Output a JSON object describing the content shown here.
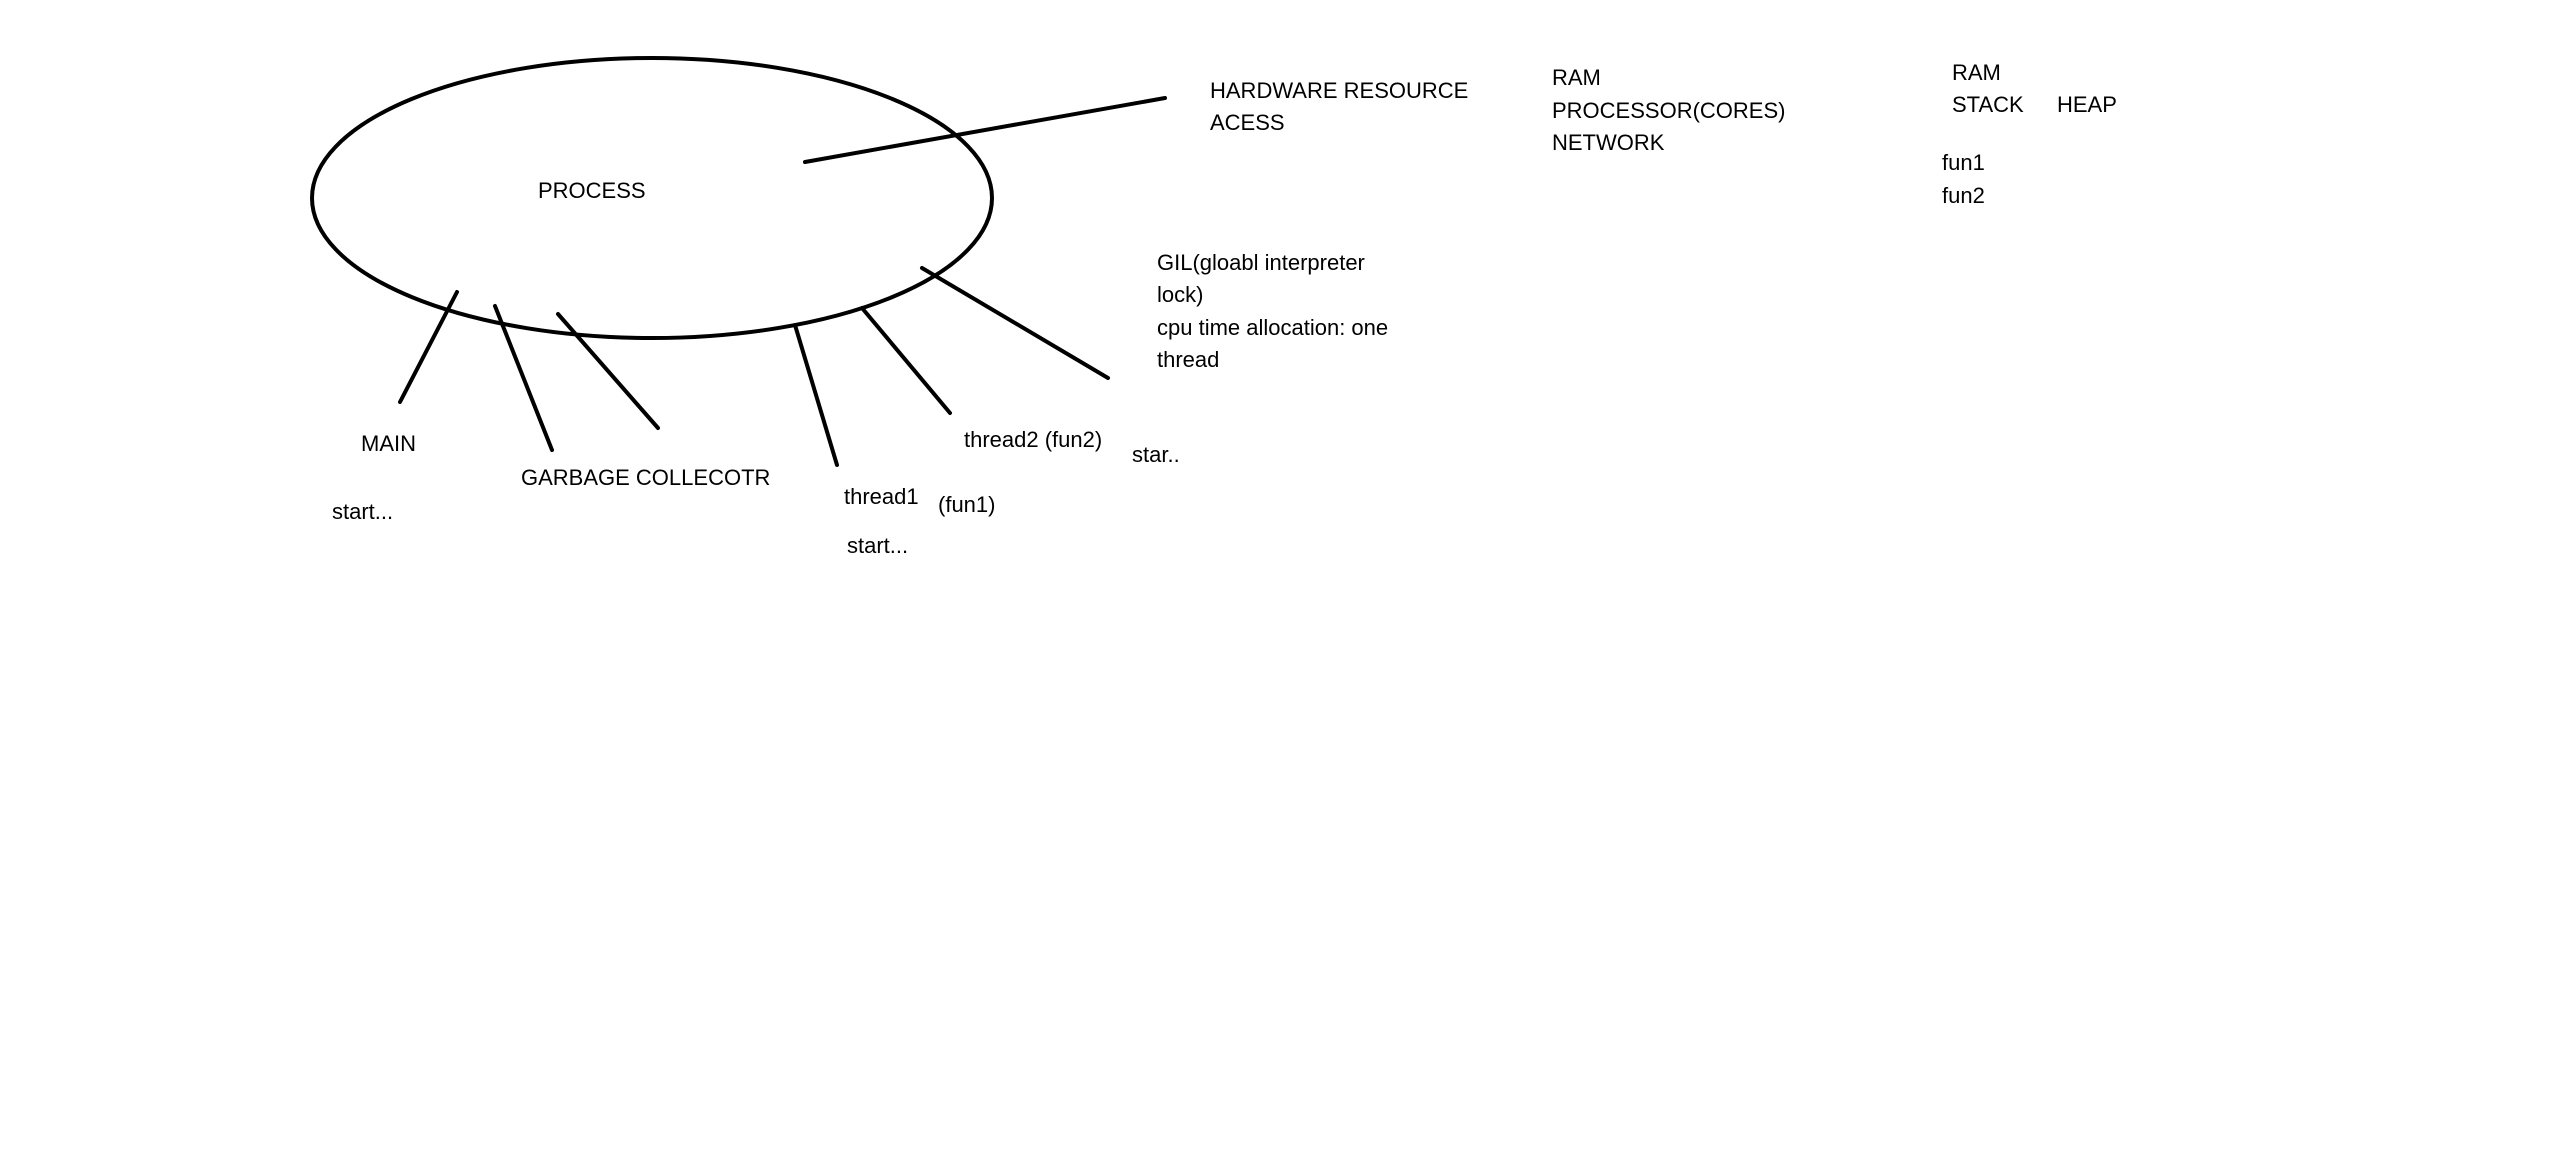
{
  "process_label": "PROCESS",
  "hardware": {
    "title_line1": "HARDWARE RESOURCE",
    "title_line2": "ACESS",
    "resources": [
      "RAM",
      "PROCESSOR(CORES)",
      "NETWORK"
    ]
  },
  "memory": {
    "ram": "RAM",
    "stack": "STACK",
    "heap": "HEAP",
    "stack_items": [
      "fun1",
      "fun2"
    ]
  },
  "gil_note": {
    "lines": [
      "GIL(gloabl interpreter",
      "lock)",
      "cpu time allocation: one",
      "thread"
    ]
  },
  "threads": {
    "main": {
      "label": "MAIN",
      "status": "start..."
    },
    "gc": {
      "label": "GARBAGE COLLECOTR"
    },
    "thread1": {
      "label": "thread1",
      "func": "(fun1)",
      "status": "start..."
    },
    "thread2": {
      "label": "thread2 (fun2)",
      "status": "star.."
    }
  }
}
